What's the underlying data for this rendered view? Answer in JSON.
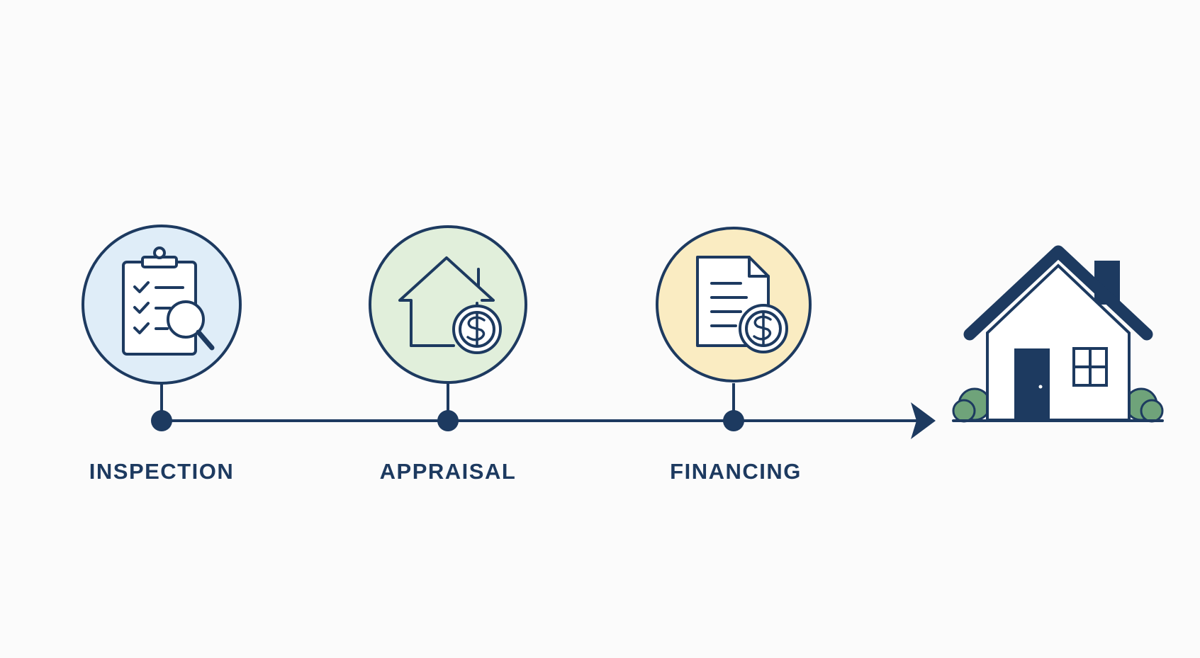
{
  "colors": {
    "ink": "#1d3a60",
    "inspection_fill": "#dfedf8",
    "appraisal_fill": "#e1efdb",
    "financing_fill": "#faecc2",
    "house_wall": "#ffffff",
    "bush": "#6fa37a",
    "background": "#fbfbfb"
  },
  "steps": [
    {
      "label": "INSPECTION",
      "icon": "clipboard-search-icon"
    },
    {
      "label": "APPRAISAL",
      "icon": "house-dollar-icon"
    },
    {
      "label": "FINANCING",
      "icon": "document-dollar-icon"
    }
  ],
  "destination": {
    "icon": "house-icon"
  }
}
